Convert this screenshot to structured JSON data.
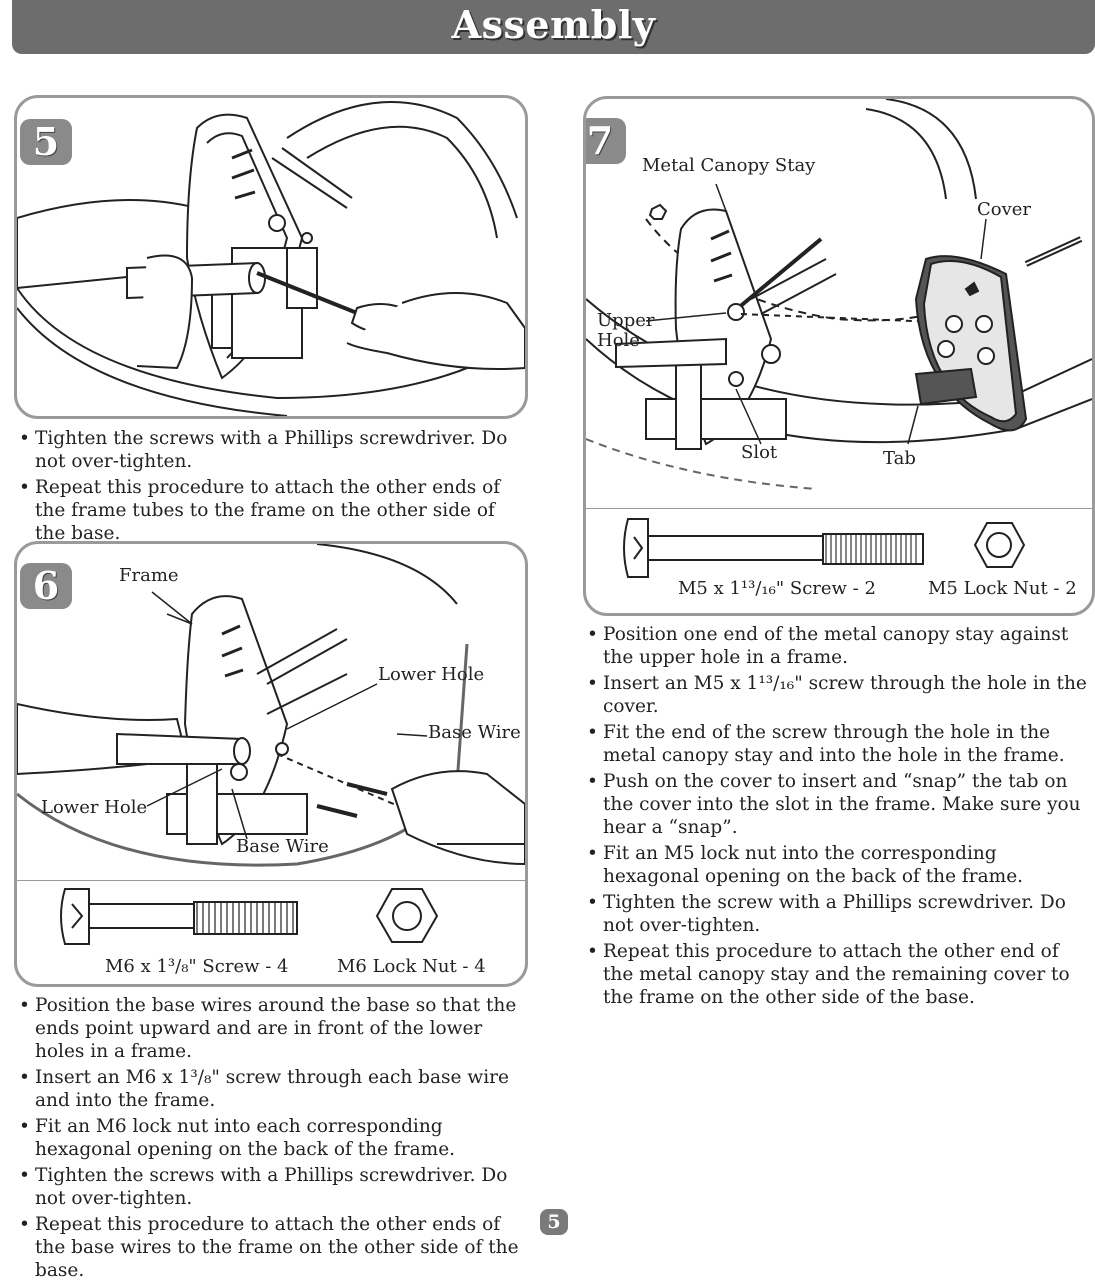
{
  "header": {
    "title": "Assembly"
  },
  "page_number": "5",
  "step5": {
    "number": "5",
    "bullets": [
      "Tighten the screws with a Phillips screwdriver. Do not over-tighten.",
      "Repeat this procedure to attach the other ends of the frame tubes to the frame on the other side of the base."
    ]
  },
  "step6": {
    "number": "6",
    "labels": {
      "frame": "Frame",
      "lower_hole_right": "Lower Hole",
      "base_wire_right": "Base Wire",
      "lower_hole_left": "Lower Hole",
      "base_wire_bottom": "Base Wire"
    },
    "hardware": {
      "screw": "M6 x 1³/₈\" Screw - 4",
      "nut": "M6 Lock Nut - 4"
    },
    "bullets": [
      "Position the base wires around the base so that the ends point upward and are in front of the lower holes in a frame.",
      "Insert an M6 x 1³/₈\" screw through each base wire and into the frame.",
      "Fit an M6 lock nut into each corresponding hexagonal opening on the back of the frame.",
      "Tighten the screws with a Phillips screwdriver. Do not over-tighten.",
      "Repeat this procedure to attach the other ends of the base wires to the frame on the other side of the base."
    ]
  },
  "step7": {
    "number": "7",
    "labels": {
      "metal_canopy_stay": "Metal Canopy Stay",
      "cover": "Cover",
      "upper_hole_line1": "Upper",
      "upper_hole_line2": "Hole",
      "slot": "Slot",
      "tab": "Tab"
    },
    "hardware": {
      "screw": "M5 x 1¹³/₁₆\" Screw - 2",
      "nut": "M5 Lock Nut - 2"
    },
    "bullets": [
      "Position one end of the metal canopy stay against the upper hole in a frame.",
      "Insert an M5 x 1¹³/₁₆\" screw through the hole in the cover.",
      "Fit the end of the screw through the hole in the metal canopy stay and into the hole in the frame.",
      "Push on the cover to insert and “snap” the tab on the cover into the slot in the frame. Make sure you hear a “snap”.",
      "Fit an M5 lock nut into the corresponding hexagonal opening on the back of the frame.",
      "Tighten the screw with a Phillips screwdriver. Do not over-tighten.",
      "Repeat this procedure to attach the other end of the metal canopy stay and the remaining cover to the frame on the other side of the base."
    ]
  }
}
